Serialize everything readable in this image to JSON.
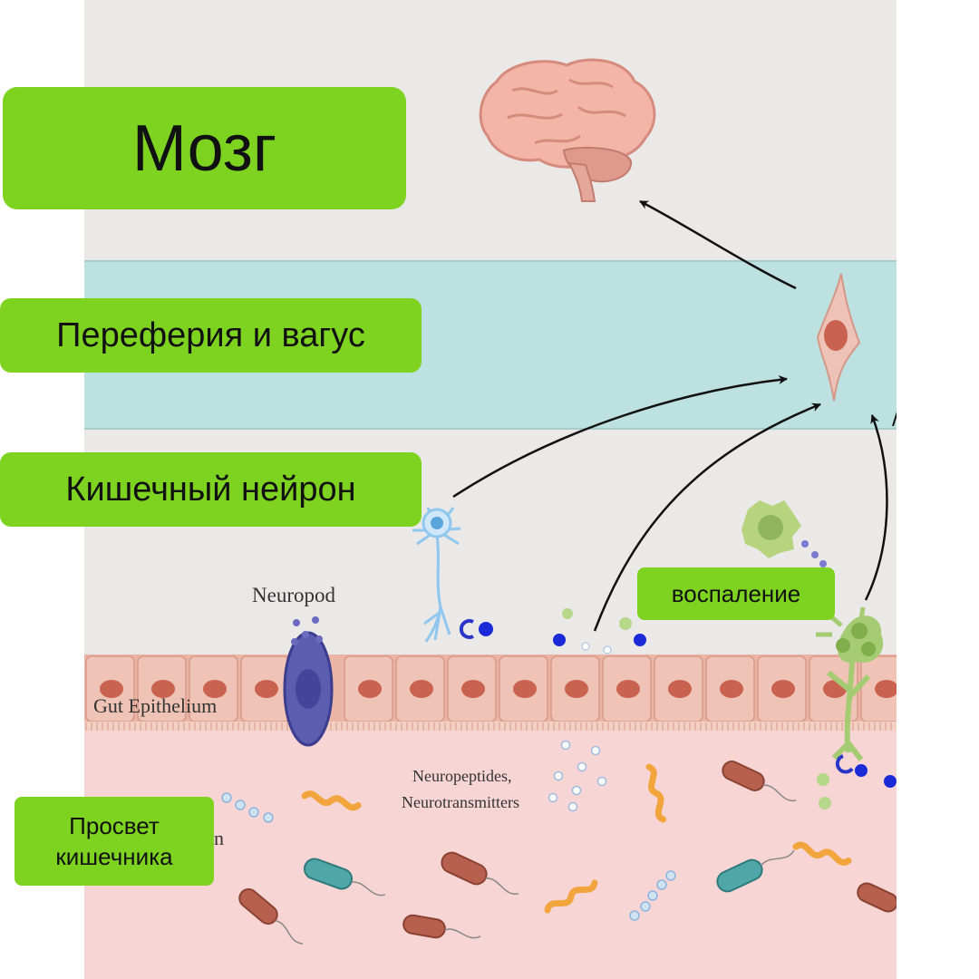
{
  "labels": {
    "brain": "Мозг",
    "periphery_vagus": "Переферия и вагус",
    "enteric_neuron": "Кишечный нейрон",
    "inflammation": "воспаление",
    "lumen_line1": "Просвет",
    "lumen_line2": "кишечника"
  },
  "figure_text": {
    "neuropod": "Neuropod",
    "gut_epithelium": "Gut Epithelium",
    "neuropeptides": "Neuropeptides,",
    "neurotransmitters": "Neurotransmitters",
    "lumen_fragment": "n"
  },
  "colors": {
    "tag_green": "#7ed321",
    "background_gray": "#ebe8e8",
    "periphery_band": "#bde0e0",
    "lumen_pink": "#f7d5d5",
    "epithelium": "#eab5a5",
    "nucleus": "#c9624f",
    "neuropod_cell": "#5555aa",
    "enteric_neuron": "#8fc7ef",
    "immune_cell": "#9ec76a",
    "particle_blue": "#1a2ad8"
  },
  "icons": [
    "brain-icon",
    "vagal-neuron-icon",
    "enteric-neuron-icon",
    "neuropod-cell-icon",
    "immune-cell-icon",
    "bacteria-icon",
    "receptor-icon"
  ]
}
